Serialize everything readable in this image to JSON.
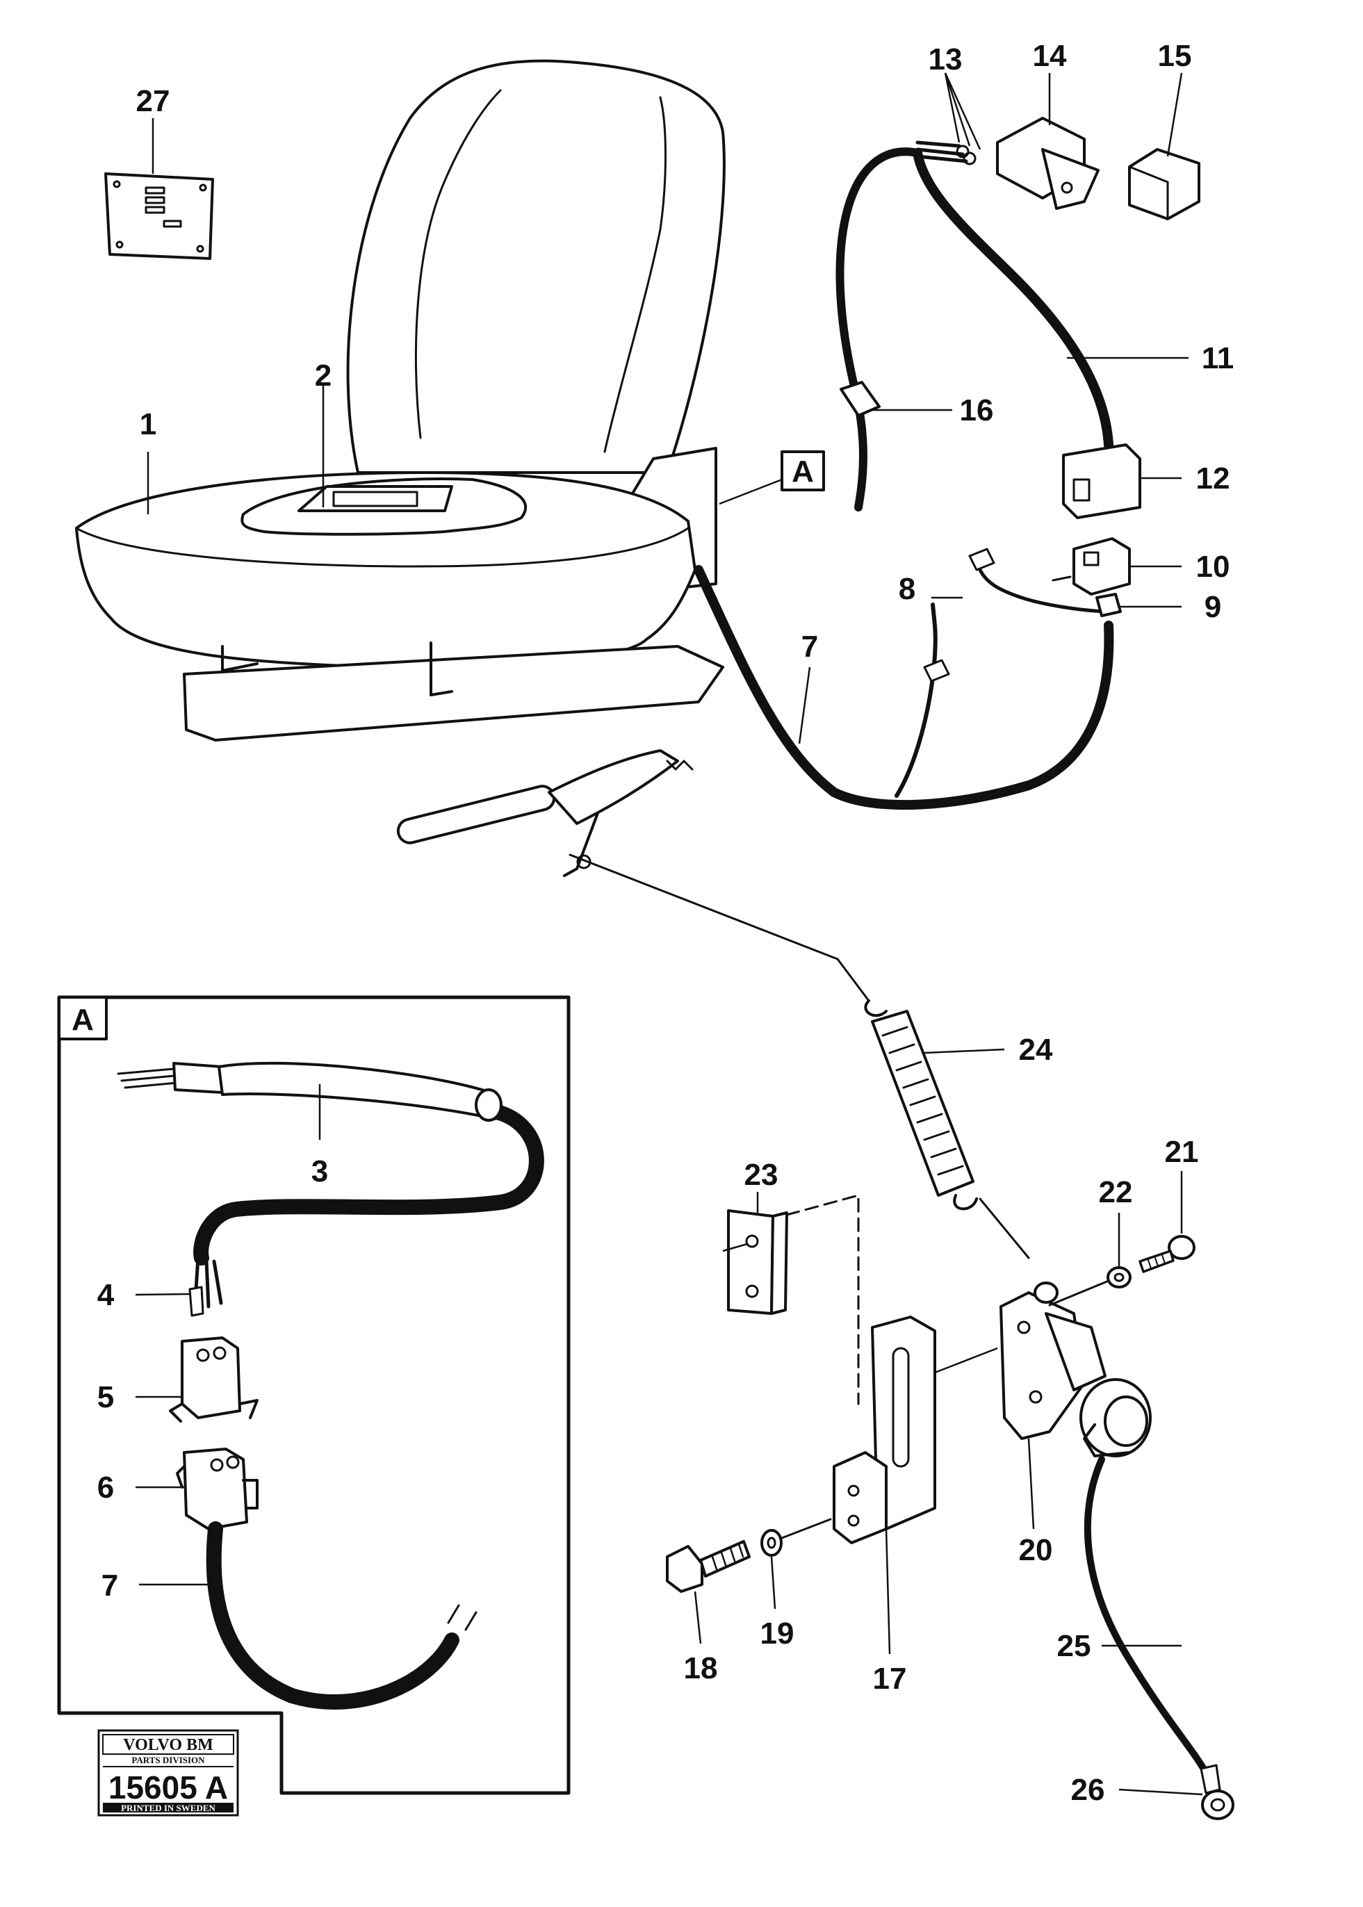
{
  "diagram": {
    "callouts": {
      "c1": "1",
      "c2": "2",
      "c3": "3",
      "c4": "4",
      "c5": "5",
      "c6": "6",
      "c7a": "7",
      "c7b": "7",
      "c8": "8",
      "c9": "9",
      "c10": "10",
      "c11": "11",
      "c12": "12",
      "c13": "13",
      "c14": "14",
      "c15": "15",
      "c16": "16",
      "c17": "17",
      "c18": "18",
      "c19": "19",
      "c20": "20",
      "c21": "21",
      "c22": "22",
      "c23": "23",
      "c24": "24",
      "c25": "25",
      "c26": "26",
      "c27": "27"
    },
    "detail_ref": "A",
    "inset_label": "A"
  },
  "logo": {
    "brand": "VOLVO BM",
    "division": "PARTS DIVISION",
    "number": "15605 A",
    "printed": "PRINTED IN SWEDEN"
  }
}
